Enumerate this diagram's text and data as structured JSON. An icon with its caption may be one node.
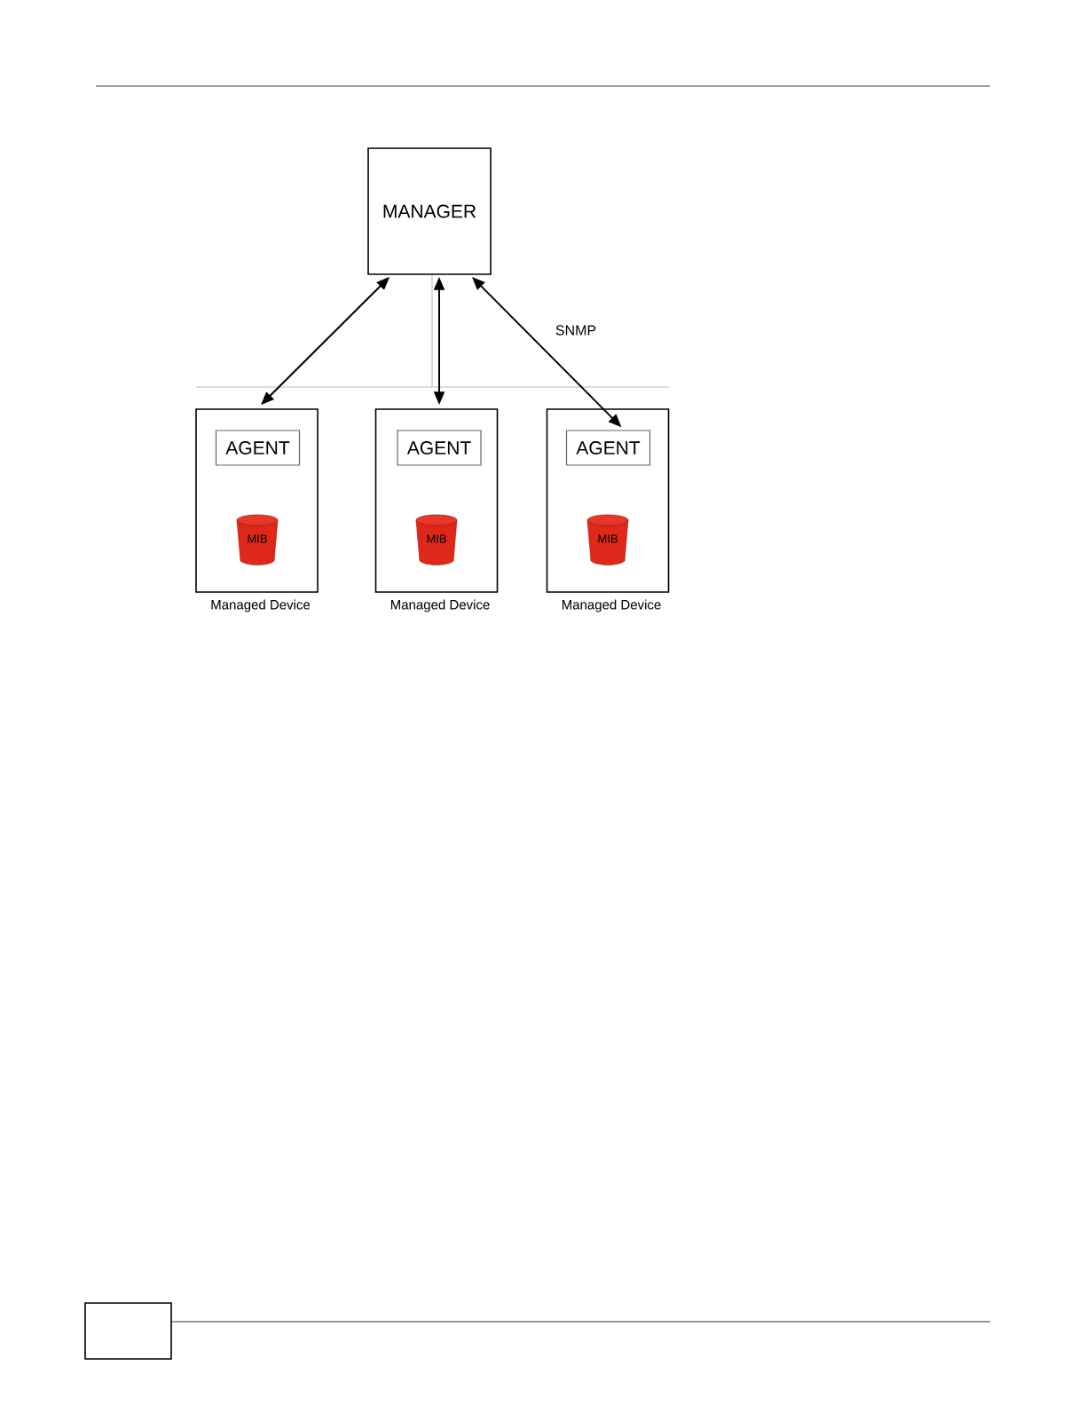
{
  "diagram": {
    "nodes": [
      {
        "text": [
          "MANAGER"
        ]
      },
      {
        "text": [],
        "shape": "box",
        "beside": [
          "Managed Device"
        ]
      },
      {
        "text": [
          "AGENT"
        ],
        "in": 1
      },
      {
        "text": [
          "MIB"
        ],
        "in": 1
      },
      {
        "text": [],
        "shape": "box",
        "beside": [
          "Managed Device"
        ]
      },
      {
        "text": [
          "AGENT"
        ],
        "in": 4
      },
      {
        "text": [
          "MIB"
        ],
        "in": 4
      },
      {
        "text": [],
        "shape": "box",
        "beside": [
          "Managed Device"
        ]
      },
      {
        "text": [
          "AGENT"
        ],
        "in": 7
      },
      {
        "text": [
          "MIB"
        ],
        "in": 7
      }
    ],
    "edges": [
      {
        "from": 0,
        "to": 1,
        "arrow": "both"
      },
      {
        "from": 0,
        "to": 4,
        "arrow": "both"
      },
      {
        "from": 0,
        "to": 8,
        "arrow": "both"
      }
    ],
    "labels": [
      "SNMP"
    ]
  }
}
